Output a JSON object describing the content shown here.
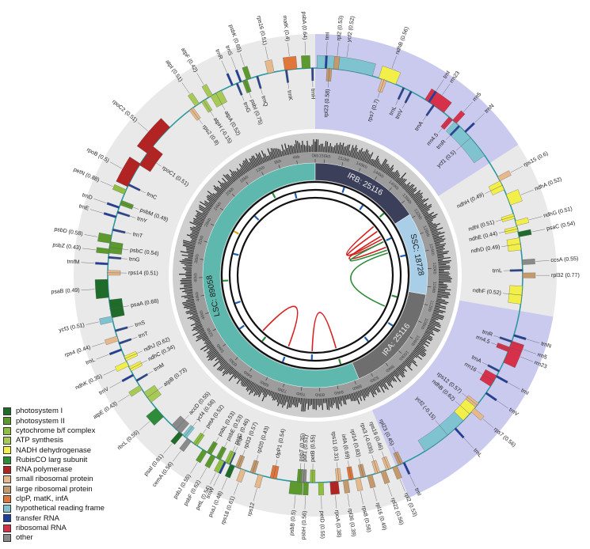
{
  "regions": [
    {
      "label": "LSC: 89058",
      "color": "#5fb8ae"
    },
    {
      "label": "IRB: 25116",
      "color": "#3b3f5a"
    },
    {
      "label": "SSC: 18728",
      "color": "#a9cfe8"
    },
    {
      "label": "IRA: 25116",
      "color": "#6e6e6e"
    }
  ],
  "ticks": [
    "0kb",
    "4kb",
    "8kb",
    "12kb",
    "16kb",
    "20kb",
    "24kb",
    "28kb",
    "32kb",
    "36kb",
    "40kb",
    "44kb",
    "48kb",
    "52kb",
    "56kb",
    "60kb",
    "64kb",
    "68kb",
    "72kb",
    "76kb",
    "80kb",
    "84kb",
    "88kb",
    "92kb",
    "96kb",
    "100kb",
    "104kb",
    "108kb",
    "112kb",
    "116kb",
    "120kb",
    "124kb",
    "128kb",
    "132kb",
    "136kb",
    "140kb",
    "144kb",
    "148kb",
    "152kb",
    "156kb"
  ],
  "legend": [
    {
      "label": "photosystem I",
      "color": "#1f6b2a"
    },
    {
      "label": "photosystem II",
      "color": "#5c9a2e"
    },
    {
      "label": "cytochrome b/f complex",
      "color": "#8fbf3f"
    },
    {
      "label": "ATP synthesis",
      "color": "#a7c956"
    },
    {
      "label": "NADH dehydrogenase",
      "color": "#f2ee4a"
    },
    {
      "label": "RubisCO larg subunit",
      "color": "#2e8b3a"
    },
    {
      "label": "RNA polymerase",
      "color": "#b22424"
    },
    {
      "label": "small ribosomal protein",
      "color": "#e6b98c"
    },
    {
      "label": "large ribosomal protein",
      "color": "#c49a6c"
    },
    {
      "label": "clpP, matK, infA",
      "color": "#e0763a"
    },
    {
      "label": "hypothetical reading frame",
      "color": "#7ec3cf"
    },
    {
      "label": "transfer RNA",
      "color": "#1f3f9e"
    },
    {
      "label": "ribosomal RNA",
      "color": "#d6304a"
    },
    {
      "label": "other",
      "color": "#8a8a8a"
    }
  ],
  "genes": [
    {
      "name": "psbA (0.64)",
      "pos": 0.6
    },
    {
      "name": "trnH",
      "pos": 0.2
    },
    {
      "name": "matK (0.4)",
      "pos": 2.2
    },
    {
      "name": "trnK",
      "pos": 3.4
    },
    {
      "name": "rps16 (0.51)",
      "pos": 5.0
    },
    {
      "name": "trnQ",
      "pos": 7.0
    },
    {
      "name": "psbK (0.65)",
      "pos": 7.9
    },
    {
      "name": "psbI (0.75)",
      "pos": 8.4
    },
    {
      "name": "trnS",
      "pos": 9.1
    },
    {
      "name": "trnG",
      "pos": 9.6
    },
    {
      "name": "trnR",
      "pos": 10.2
    },
    {
      "name": "atpA (0.52)",
      "pos": 11.8
    },
    {
      "name": "atpF (0.42)",
      "pos": 13.0
    },
    {
      "name": "atpH (-0.15)",
      "pos": 14.0
    },
    {
      "name": "atpI (0.51)",
      "pos": 14.9
    },
    {
      "name": "rps2 (0.8)",
      "pos": 15.8
    },
    {
      "name": "rpoC2 (0.51)",
      "pos": 19.5
    },
    {
      "name": "rpoC1 (0.51)",
      "pos": 22.6
    },
    {
      "name": "rpoB (0.5)",
      "pos": 25.2
    },
    {
      "name": "trnC",
      "pos": 28.0
    },
    {
      "name": "petN (0.88)",
      "pos": 28.8
    },
    {
      "name": "psbM (0.49)",
      "pos": 30.2
    },
    {
      "name": "trnD",
      "pos": 31.0
    },
    {
      "name": "trnY",
      "pos": 31.6
    },
    {
      "name": "trnE",
      "pos": 32.2
    },
    {
      "name": "trnT",
      "pos": 33.8
    },
    {
      "name": "psbD (0.58)",
      "pos": 34.6
    },
    {
      "name": "psbC (0.54)",
      "pos": 35.4
    },
    {
      "name": "psbZ (0.43)",
      "pos": 36.3
    },
    {
      "name": "trnG",
      "pos": 37.2
    },
    {
      "name": "trnfM",
      "pos": 38.0
    },
    {
      "name": "rps14 (0.51)",
      "pos": 38.9
    },
    {
      "name": "psaB (0.49)",
      "pos": 40.0
    },
    {
      "name": "psaA (0.68)",
      "pos": 42.5
    },
    {
      "name": "ycf3 (0.51)",
      "pos": 44.5
    },
    {
      "name": "trnS",
      "pos": 46.2
    },
    {
      "name": "rps4 (0.44)",
      "pos": 47.0
    },
    {
      "name": "trnT",
      "pos": 47.8
    },
    {
      "name": "trnL",
      "pos": 48.6
    },
    {
      "name": "ndhJ (0.62)",
      "pos": 49.6
    },
    {
      "name": "ndhK (0.35)",
      "pos": 50.3
    },
    {
      "name": "ndhC (0.34)",
      "pos": 51.0
    },
    {
      "name": "trnV",
      "pos": 52.0
    },
    {
      "name": "trnM",
      "pos": 52.8
    },
    {
      "name": "atpE (0.43)",
      "pos": 53.6
    },
    {
      "name": "atpB (0.73)",
      "pos": 54.6
    },
    {
      "name": "rbcL (0.55)",
      "pos": 57.0
    },
    {
      "name": "accD (0.55)",
      "pos": 59.8
    },
    {
      "name": "psaI (0.81)",
      "pos": 61.0
    },
    {
      "name": "ycf4 (0.58)",
      "pos": 61.6
    },
    {
      "name": "cemA (0.56)",
      "pos": 62.3
    },
    {
      "name": "petA (0.52)",
      "pos": 63.2
    },
    {
      "name": "psbJ (0.55)",
      "pos": 64.6
    },
    {
      "name": "psbL (0.53)",
      "pos": 65.2
    },
    {
      "name": "psbF (0.62)",
      "pos": 65.8
    },
    {
      "name": "psbE (0.53)",
      "pos": 66.5
    },
    {
      "name": "trnW",
      "pos": 67.6
    },
    {
      "name": "trnP",
      "pos": 68.2
    },
    {
      "name": "petL (0.54)",
      "pos": 67.0
    },
    {
      "name": "petG (0.46)",
      "pos": 67.7
    },
    {
      "name": "psaJ (0.48)",
      "pos": 68.4
    },
    {
      "name": "rpl33 (0.57)",
      "pos": 69.1
    },
    {
      "name": "rps18 (0.61)",
      "pos": 69.8
    },
    {
      "name": "rpl20 (0.43)",
      "pos": 71.0
    },
    {
      "name": "rps12",
      "pos": 72.0
    },
    {
      "name": "clpP1 (0.54)",
      "pos": 73.5
    },
    {
      "name": "psbB (0.5)",
      "pos": 76.0
    },
    {
      "name": "psbT (0.35)",
      "pos": 76.8
    },
    {
      "name": "psbH (0.56)",
      "pos": 77.6
    },
    {
      "name": "petB (0.55)",
      "pos": 78.4
    },
    {
      "name": "petD (0.55)",
      "pos": 79.4
    },
    {
      "name": "pbf1 (0.51)",
      "pos": 77.3
    },
    {
      "name": "rpoA (0.38)",
      "pos": 80.8
    },
    {
      "name": "rps11 (0.31)",
      "pos": 81.6
    },
    {
      "name": "rpl36 (0.39)",
      "pos": 82.4
    },
    {
      "name": "infA (0.69)",
      "pos": 83.1
    },
    {
      "name": "rps8 (0.56)",
      "pos": 83.9
    },
    {
      "name": "rpl14 (0.83)",
      "pos": 84.6
    },
    {
      "name": "rpl16 (0.49)",
      "pos": 85.4
    },
    {
      "name": "rps3 (-0.035)",
      "pos": 86.4
    },
    {
      "name": "rpl22 (0.56)",
      "pos": 87.1
    },
    {
      "name": "rps19 (0.46)",
      "pos": 87.8
    },
    {
      "name": "rpl2 (0.53)",
      "pos": 88.6
    },
    {
      "name": "rpl23 (0.45)",
      "pos": 89.4
    },
    {
      "name": "trnI",
      "pos": 90.0
    },
    {
      "name": "ycf2 (-0.15)",
      "pos": 93.0
    },
    {
      "name": "trnL",
      "pos": 97.5
    },
    {
      "name": "ndhB (0.62)",
      "pos": 99.0
    },
    {
      "name": "rps7 (0.56)",
      "pos": 100.4
    },
    {
      "name": "rps12 (0.57)",
      "pos": 101.2
    },
    {
      "name": "trnV",
      "pos": 103.2
    },
    {
      "name": "rrn16",
      "pos": 104.3
    },
    {
      "name": "trnI",
      "pos": 105.6
    },
    {
      "name": "trnA",
      "pos": 106.3
    },
    {
      "name": "rrn23",
      "pos": 107.6
    },
    {
      "name": "rrn4.5",
      "pos": 109.0
    },
    {
      "name": "rrn5",
      "pos": 109.6
    },
    {
      "name": "trnR",
      "pos": 110.2
    },
    {
      "name": "trnN",
      "pos": 111.0
    },
    {
      "name": "ndhF (0.52)",
      "pos": 115.0
    },
    {
      "name": "rpl32 (0.77)",
      "pos": 118.2
    },
    {
      "name": "trnL",
      "pos": 119.0
    },
    {
      "name": "ccsA (0.55)",
      "pos": 119.8
    },
    {
      "name": "ndhD (0.49)",
      "pos": 121.6
    },
    {
      "name": "psaC (0.54)",
      "pos": 123.2
    },
    {
      "name": "ndhE (0.44)",
      "pos": 123.9
    },
    {
      "name": "ndhG (0.51)",
      "pos": 124.6
    },
    {
      "name": "ndhI (0.51)",
      "pos": 125.5
    },
    {
      "name": "ndhA (0.52)",
      "pos": 127.2
    },
    {
      "name": "ndhH (0.49)",
      "pos": 129.2
    },
    {
      "name": "rps15 (0.6)",
      "pos": 130.4
    },
    {
      "name": "ycf1 (0.5)",
      "pos": 134.0
    },
    {
      "name": "trnN",
      "pos": 137.6
    },
    {
      "name": "trnR",
      "pos": 138.6
    },
    {
      "name": "rrn5",
      "pos": 139.2
    },
    {
      "name": "rrn4.5",
      "pos": 139.8
    },
    {
      "name": "rrn23",
      "pos": 141.2
    },
    {
      "name": "trnA",
      "pos": 142.6
    },
    {
      "name": "trnI",
      "pos": 143.3
    },
    {
      "name": "trnV",
      "pos": 145.8
    },
    {
      "name": "ycf2 (0.52)",
      "pos": 151.0
    },
    {
      "name": "trnL",
      "pos": 146.8
    },
    {
      "name": "ndhB (0.56)",
      "pos": 148.0
    },
    {
      "name": "rps7 (0.7)",
      "pos": 149.2
    },
    {
      "name": "rpl2 (0.53)",
      "pos": 155.2
    },
    {
      "name": "rpl23 (0.58)",
      "pos": 156.0
    },
    {
      "name": "trnI",
      "pos": 156.6
    }
  ]
}
